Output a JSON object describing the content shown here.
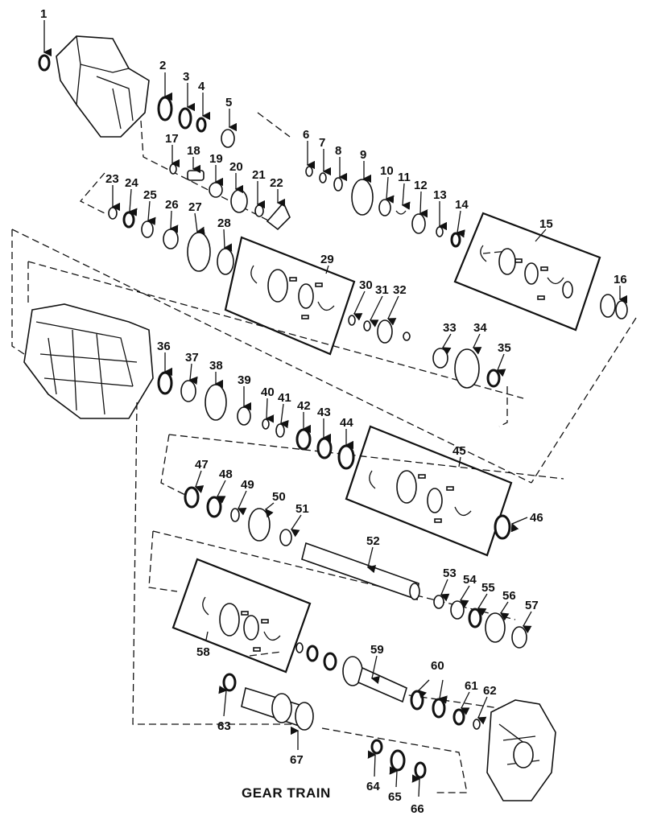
{
  "caption": "GEAR TRAIN",
  "callouts": [
    "1",
    "2",
    "3",
    "4",
    "5",
    "6",
    "7",
    "8",
    "9",
    "10",
    "11",
    "12",
    "13",
    "14",
    "15",
    "16",
    "17",
    "18",
    "19",
    "20",
    "21",
    "22",
    "23",
    "24",
    "25",
    "26",
    "27",
    "28",
    "29",
    "30",
    "31",
    "32",
    "33",
    "34",
    "35",
    "36",
    "37",
    "38",
    "39",
    "40",
    "41",
    "42",
    "43",
    "44",
    "45",
    "46",
    "47",
    "48",
    "49",
    "50",
    "51",
    "52",
    "53",
    "54",
    "55",
    "56",
    "57",
    "58",
    "59",
    "60",
    "61",
    "62",
    "63",
    "64",
    "65",
    "66",
    "67"
  ]
}
